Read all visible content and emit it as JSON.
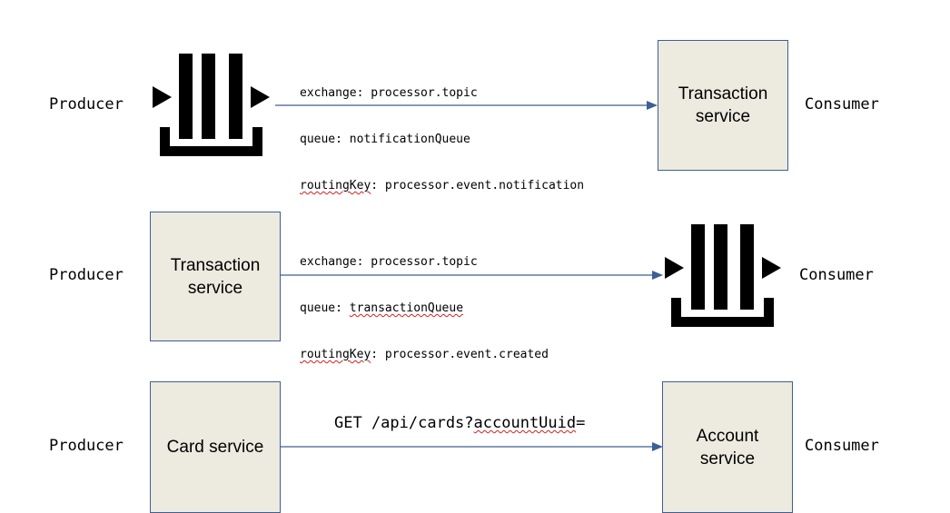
{
  "rows": [
    {
      "producer_label": "Producer",
      "consumer_label": "Consumer",
      "producer_icon": "message-broker-icon",
      "consumer_box": "Transaction service",
      "note": {
        "exchange": "exchange: processor.topic",
        "queue": "queue: notificationQueue",
        "routing_prefix": "routingKey",
        "routing_rest": ": processor.event.notification"
      }
    },
    {
      "producer_label": "Producer",
      "consumer_label": "Consumer",
      "producer_box": "Transaction service",
      "consumer_icon": "message-broker-icon",
      "note": {
        "exchange": "exchange: processor.topic",
        "queue_prefix": "queue: ",
        "queue_name": "transactionQueue",
        "routing_prefix": "routingKey",
        "routing_rest": ": processor.event.created"
      }
    },
    {
      "producer_label": "Producer",
      "consumer_label": "Consumer",
      "producer_box": "Card service",
      "consumer_box": "Account service",
      "request_prefix": "GET /api/cards?",
      "request_param": "accountUuid",
      "request_suffix": "="
    }
  ],
  "colors": {
    "box_fill": "#edeae0",
    "box_border": "#3d5f95",
    "arrow": "#3d5f95",
    "spellcheck": "#d12020",
    "icon": "#000000"
  }
}
